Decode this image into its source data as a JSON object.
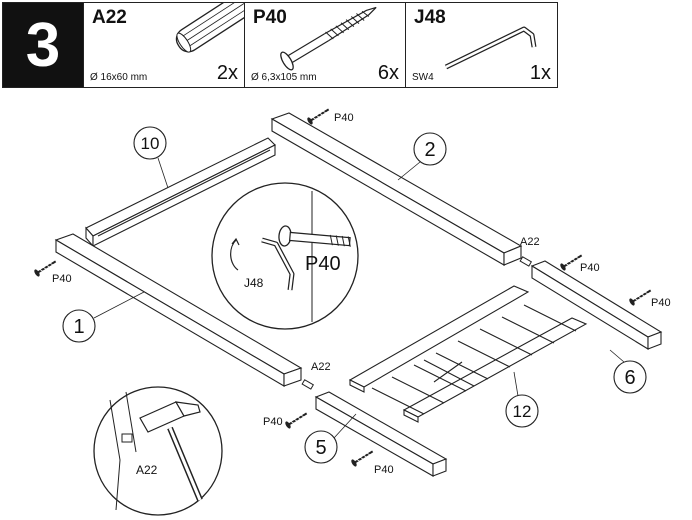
{
  "step": {
    "number": "3"
  },
  "parts": [
    {
      "code": "A22",
      "spec": "Ø 16x60 mm",
      "qty": "2x",
      "icon": "dowel-icon"
    },
    {
      "code": "P40",
      "spec": "Ø 6,3x105 mm",
      "qty": "6x",
      "icon": "screw-icon"
    },
    {
      "code": "J48",
      "spec": "SW4",
      "qty": "1x",
      "icon": "allen-key-icon"
    }
  ],
  "callouts": {
    "part_1": "1",
    "part_2": "2",
    "part_5": "5",
    "part_6": "6",
    "part_10": "10",
    "part_12": "12"
  },
  "labels": {
    "p40": "P40",
    "a22": "A22",
    "detail_screw": "P40",
    "detail_key": "J48",
    "detail_dowel": "A22"
  }
}
